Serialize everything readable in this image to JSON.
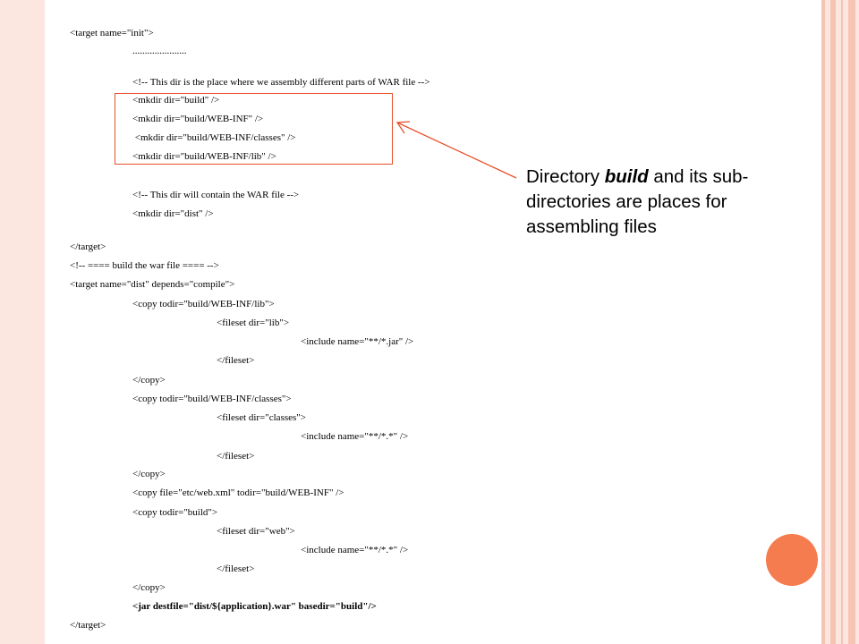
{
  "code_lines": [
    {
      "text": "<target name=\"init\">",
      "indent": 0
    },
    {
      "text": "......................",
      "indent": 1
    },
    {
      "text": "<!-- This dir is the place where we assembly different parts of WAR file -->",
      "indent": 1
    },
    {
      "text": "<mkdir dir=\"build\" />",
      "indent": 1
    },
    {
      "text": "<mkdir dir=\"build/WEB-INF\" />",
      "indent": 1
    },
    {
      "text": " <mkdir dir=\"build/WEB-INF/classes\" />",
      "indent": 1
    },
    {
      "text": "<mkdir dir=\"build/WEB-INF/lib\" />",
      "indent": 1
    },
    {
      "text": "<!-- This dir will contain the WAR file -->",
      "indent": 1
    },
    {
      "text": "<mkdir dir=\"dist\" />",
      "indent": 1
    },
    {
      "text": "</target>",
      "indent": 0
    },
    {
      "text": "<!-- ==== build the war file ==== -->",
      "indent": 0
    },
    {
      "text": "<target name=\"dist\" depends=\"compile\">",
      "indent": 0
    },
    {
      "text": "<copy todir=\"build/WEB-INF/lib\">",
      "indent": 1
    },
    {
      "text": "<fileset dir=\"lib\">",
      "indent": 2
    },
    {
      "text": "<include name=\"**/*.jar\" />",
      "indent": 3
    },
    {
      "text": "</fileset>",
      "indent": 2
    },
    {
      "text": "</copy>",
      "indent": 1
    },
    {
      "text": "<copy todir=\"build/WEB-INF/classes\">",
      "indent": 1
    },
    {
      "text": "<fileset dir=\"classes\">",
      "indent": 2
    },
    {
      "text": "<include name=\"**/*.*\" />",
      "indent": 3
    },
    {
      "text": "</fileset>",
      "indent": 2
    },
    {
      "text": "</copy>",
      "indent": 1
    },
    {
      "text": "<copy file=\"etc/web.xml\" todir=\"build/WEB-INF\" />",
      "indent": 1
    },
    {
      "text": "<copy todir=\"build\">",
      "indent": 1
    },
    {
      "text": "<fileset dir=\"web\">",
      "indent": 2
    },
    {
      "text": "<include name=\"**/*.*\" />",
      "indent": 3
    },
    {
      "text": "</fileset>",
      "indent": 2
    },
    {
      "text": "</copy>",
      "indent": 1
    },
    {
      "text": "<jar destfile=\"dist/${application}.war\" basedir=\"build\"/>",
      "indent": 1,
      "bold": true
    },
    {
      "text": "</target>",
      "indent": 0
    }
  ],
  "callout": {
    "prefix": "Directory ",
    "emphasis": "build",
    "suffix": " and its sub-directories are places for assembling files"
  },
  "colors": {
    "accent": "#e8502a",
    "border_pink": "#fce7e0",
    "stripe": "#f7c3b2",
    "circle": "#f57c4f"
  }
}
